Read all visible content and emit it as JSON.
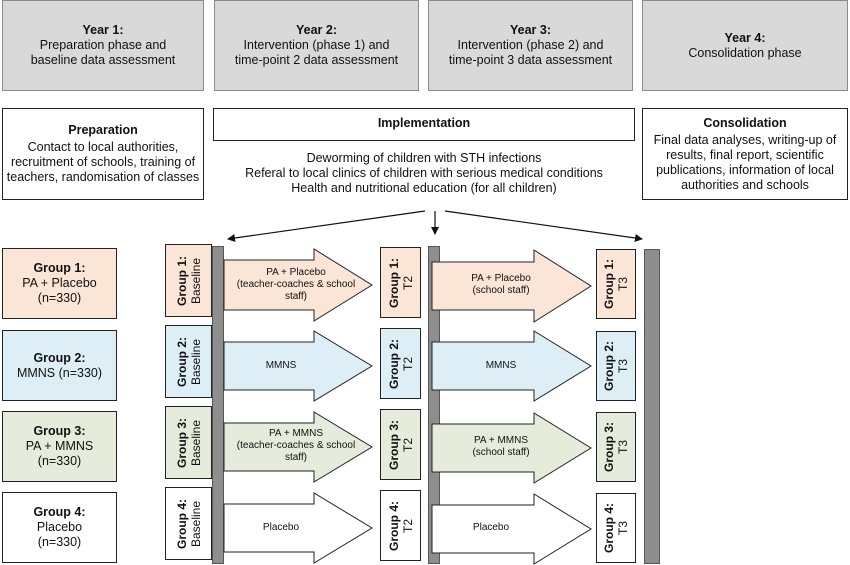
{
  "years": [
    {
      "title": "Year 1:",
      "lines": [
        "Preparation phase and",
        "baseline data assessment"
      ]
    },
    {
      "title": "Year 2:",
      "lines": [
        "Intervention (phase 1) and",
        "time-point 2 data assessment"
      ]
    },
    {
      "title": "Year 3:",
      "lines": [
        "Intervention (phase 2) and",
        "time-point 3 data assessment"
      ]
    },
    {
      "title": "Year 4:",
      "lines": [
        "Consolidation phase"
      ]
    }
  ],
  "preparation": {
    "title": "Preparation",
    "lines": [
      "Contact to local authorities,",
      "recruitment of schools, training of",
      "teachers, randomisation of classes"
    ]
  },
  "implementation": {
    "title": "Implementation",
    "lines": [
      "Deworming of children with STH infections",
      "Referal to local clinics of children with serious medical conditions",
      "Health and nutritional education (for all children)"
    ]
  },
  "consolidation": {
    "title": "Consolidation",
    "lines": [
      "Final data analyses, writing-up of",
      "results, final report, scientific",
      "publications, information of local",
      "authorities and schools"
    ]
  },
  "groups": [
    {
      "title": "Group 1:",
      "lines": [
        "PA + Placebo",
        "(n=330)"
      ],
      "color": "#fbe5d6",
      "short": "Group 1:",
      "baseline": "Baseline",
      "t2": "T2",
      "t3": "T3",
      "arrow1": [
        "PA + Placebo",
        "(teacher-coaches & school",
        "staff)"
      ],
      "arrow2": [
        "PA + Placebo",
        "(school staff)"
      ]
    },
    {
      "title": "Group 2:",
      "lines": [
        "MMNS (n=330)"
      ],
      "color": "#ddeef7",
      "short": "Group 2:",
      "baseline": "Baseline",
      "t2": "T2",
      "t3": "T3",
      "arrow1": [
        "MMNS"
      ],
      "arrow2": [
        "MMNS"
      ]
    },
    {
      "title": "Group 3:",
      "lines": [
        "PA + MMNS",
        "(n=330)"
      ],
      "color": "#e6ecdb",
      "short": "Group 3:",
      "baseline": "Baseline",
      "t2": "T2",
      "t3": "T3",
      "arrow1": [
        "PA + MMNS",
        "(teacher-coaches & school",
        "staff)"
      ],
      "arrow2": [
        "PA + MMNS",
        "(school staff)"
      ]
    },
    {
      "title": "Group 4:",
      "lines": [
        "Placebo",
        "(n=330)"
      ],
      "color": "#ffffff",
      "short": "Group 4:",
      "baseline": "Baseline",
      "t2": "T2",
      "t3": "T3",
      "arrow1": [
        "Placebo"
      ],
      "arrow2": [
        "Placebo"
      ]
    }
  ]
}
